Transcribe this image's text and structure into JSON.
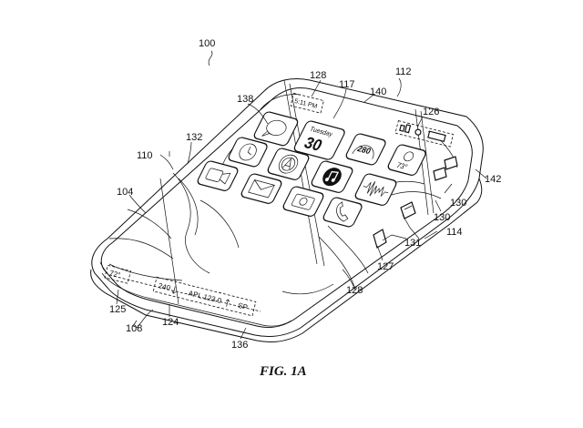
{
  "figure": {
    "caption": "FIG. 1A",
    "reference_numerals": {
      "r100": "100",
      "r104": "104",
      "r108": "108",
      "r110": "110",
      "r112": "112",
      "r114": "114",
      "r117": "117",
      "r124": "124",
      "r125": "125",
      "r126": "126",
      "r127": "127",
      "r128a": "128",
      "r128b": "128",
      "r130a": "130",
      "r130b": "130",
      "r131": "131",
      "r132": "132",
      "r136": "136",
      "r138": "138",
      "r140": "140",
      "r142": "142"
    },
    "screen": {
      "status_time": "5:11 PM",
      "calendar_day": "Tuesday",
      "calendar_date": "30",
      "odometer": "280",
      "weather_temp": "73°",
      "edge_temp": "72°",
      "ticker_left": "240",
      "ticker_symbol": "APL 123.0",
      "ticker_right": "SP"
    }
  }
}
